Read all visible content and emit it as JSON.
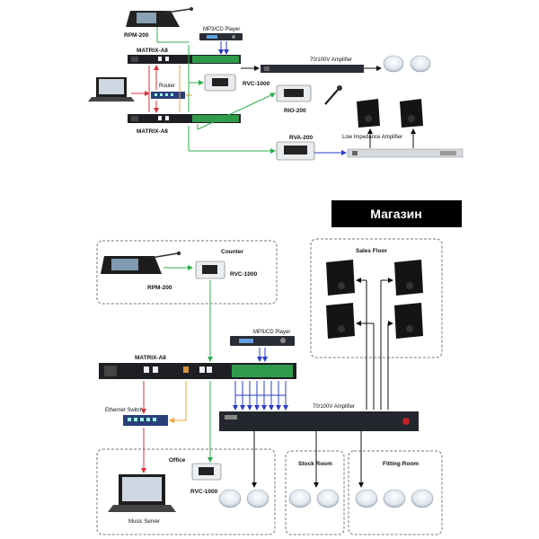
{
  "title": "Магазин",
  "top": {
    "rpm200": "RPM-200",
    "mp3": "MP3/CD Player",
    "matrix_a": "MATRIX-A8",
    "matrix_b": "MATRIX-A8",
    "amp": "70/100V Amplifier",
    "router": "Router",
    "rvc1000": "RVC-1000",
    "rio200": "RIO-200",
    "rva200": "RVA-200",
    "low_amp": "Low Impedance Amplifier"
  },
  "bottom": {
    "counter": "Counter",
    "rpm200": "RPM-200",
    "rvc1000_counter": "RVC-1000",
    "sales_floor": "Sales Floor",
    "mp3": "MP3/CD Player",
    "matrix": "MATRIX-A8",
    "amp": "70/100V Amplifier",
    "switch": "Ethernet Switch",
    "office": "Office",
    "rvc1000_office": "RVC-1000",
    "music_server": "Music Server",
    "stock_room": "Stock Room",
    "fitting_room": "Fitting Room"
  },
  "colors": {
    "red": "#d9303a",
    "blue": "#2a3cc8",
    "green": "#2fae4e",
    "orange": "#f0a030",
    "black": "#111111",
    "title_bg": "#000000"
  }
}
